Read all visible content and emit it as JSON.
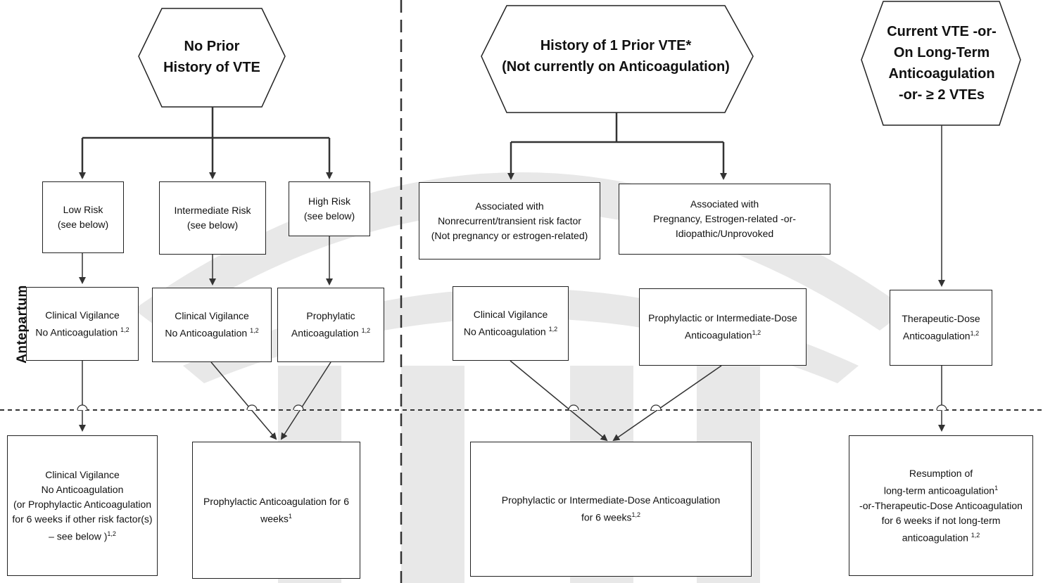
{
  "side_label": "Antepartum",
  "headers": {
    "no_prior": "No Prior\nHistory of VTE",
    "one_prior": "History of 1 Prior VTE*\n(Not currently on Anticoagulation)",
    "current": "Current VTE  -or-\nOn Long-Term\nAnticoagulation\n-or- ≥ 2 VTEs"
  },
  "risk": {
    "low": "Low Risk\n(see below)",
    "intermediate": "Intermediate Risk\n(see below)",
    "high": "High  Risk\n(see below)",
    "transient": "Associated with\nNonrecurrent/transient risk factor\n(Not pregnancy or estrogen-related)",
    "pregnancy": "Associated with\nPregnancy, Estrogen-related -or-\nIdiopathic/Unprovoked"
  },
  "antepartum": {
    "low": "Clinical Vigilance\nNo Anticoagulation",
    "intermediate": "Clinical Vigilance\nNo Anticoagulation",
    "high": "Prophylatic\nAnticoagulation",
    "transient": "Clinical Vigilance\nNo Anticoagulation",
    "pregnancy": "Prophylactic or Intermediate-Dose\nAnticoagulation",
    "current": "Therapeutic-Dose\nAnticoagulation",
    "sup": "1,2"
  },
  "postpartum": {
    "low": "Clinical Vigilance\nNo Anticoagulation\n(or Prophylactic Anticoagulation\nfor 6 weeks if other risk factor(s)\n– see below )",
    "low_sup": "1,2",
    "mid": "Prophylactic Anticoagulation for 6\nweeks",
    "mid_sup": "1",
    "prior": "Prophylactic or Intermediate-Dose Anticoagulation\nfor 6 weeks",
    "prior_sup": "1,2",
    "current_a": "Resumption of\nlong-term anticoagulation",
    "current_a_sup": "1",
    "current_b": "-or-Therapeutic-Dose Anticoagulation\nfor 6 weeks if not long-term\nanticoagulation",
    "current_b_sup": "1,2"
  }
}
